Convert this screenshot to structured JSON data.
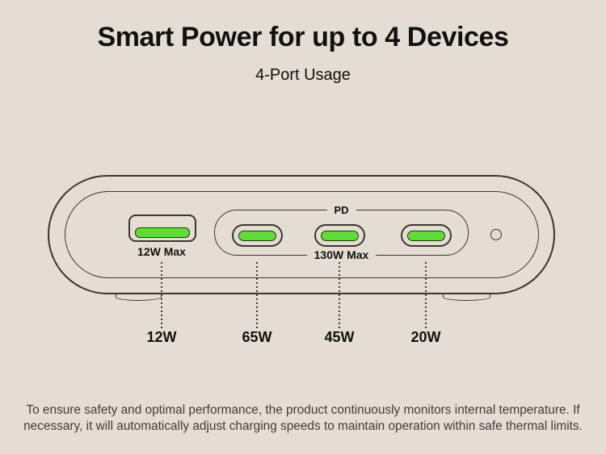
{
  "theme": {
    "bg": "#e4ddd3",
    "line": "#3a352e",
    "green": "#5cdf32",
    "green-outline": "#2f2b24",
    "text": "#111111",
    "muted": "#403c38",
    "dash": "#3c3a36"
  },
  "header": {
    "title": "Smart Power for up to 4 Devices",
    "subtitle": "4-Port Usage"
  },
  "device": {
    "usb_a": {
      "port_label": "12W Max"
    },
    "pd_group": {
      "label": "PD",
      "max_label": "130W Max"
    }
  },
  "outputs": [
    "12W",
    "65W",
    "45W",
    "20W"
  ],
  "footer": {
    "note": "To ensure safety and optimal performance, the product continuously monitors internal temperature. If necessary, it will automatically adjust charging speeds to maintain operation within safe thermal limits."
  }
}
